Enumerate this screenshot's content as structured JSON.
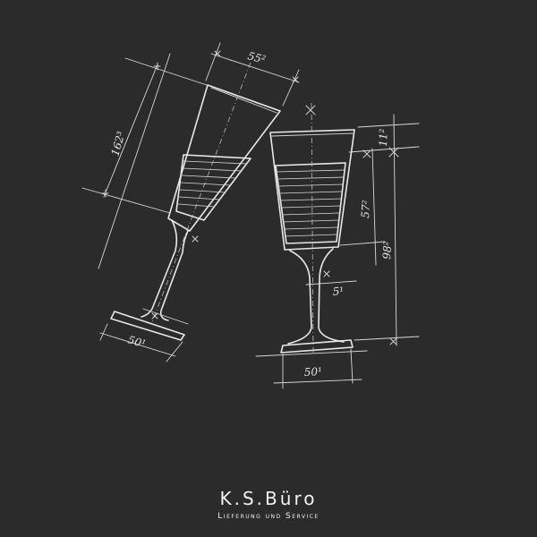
{
  "brand": {
    "name": "K.S.Büro",
    "tagline": "Lieferung und Service"
  },
  "drawing": {
    "left_glass": {
      "rim_width": "55²",
      "height": "162³",
      "foot_width": "50¹"
    },
    "right_glass": {
      "rim_height": "11²",
      "bowl_height": "57²",
      "total_height": "98²",
      "stem_width": "5¹",
      "foot_width": "50¹"
    }
  },
  "colors": {
    "background": "#2b2b2b",
    "chalk": "#e8e8e8"
  }
}
